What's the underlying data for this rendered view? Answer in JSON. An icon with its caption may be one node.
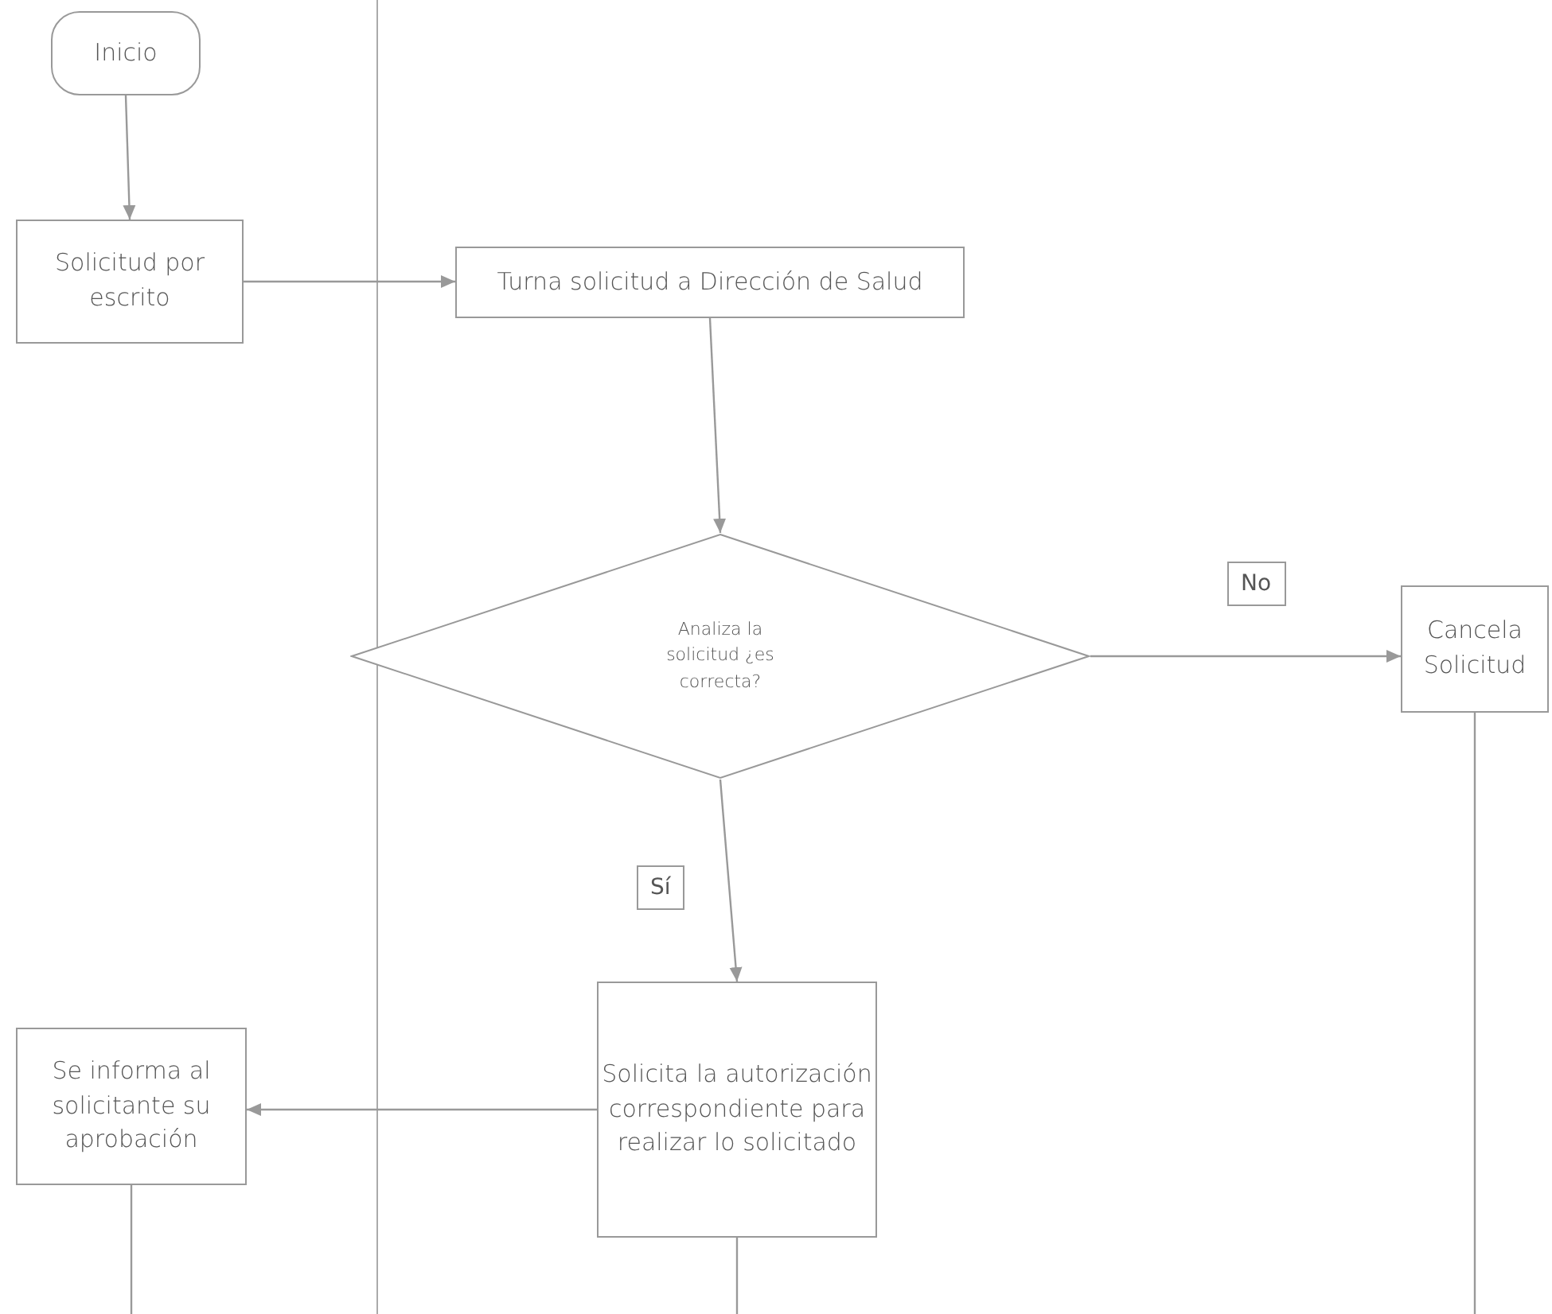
{
  "diagram": {
    "nodes": [
      {
        "text": [
          "Inicio"
        ]
      },
      {
        "text": [
          "Solicitud por escrito"
        ]
      },
      {
        "text": [
          "Turna solicitud a Dirección de Salud"
        ]
      },
      {
        "text": [
          "Analiza la solicitud ¿es correcta?"
        ]
      },
      {
        "text": [
          "Cancela Solicitud"
        ]
      },
      {
        "text": [
          "Solicita la autorización correspondiente para realizar lo solicitado"
        ]
      },
      {
        "text": [
          "Se informa al solicitante su aprobación"
        ]
      }
    ],
    "edges": [
      {
        "from": 0,
        "to": 1,
        "arrow": "to"
      },
      {
        "from": 1,
        "to": 2,
        "arrow": "to"
      },
      {
        "from": 2,
        "to": 3,
        "arrow": "to"
      },
      {
        "from": 3,
        "to": 4,
        "arrow": "to",
        "label": "No"
      },
      {
        "from": 3,
        "to": 5,
        "arrow": "to",
        "label": "Sí"
      },
      {
        "from": 5,
        "to": 6,
        "arrow": "to"
      },
      {
        "from": 6,
        "to": null,
        "arrow": "none"
      },
      {
        "from": 5,
        "to": null,
        "arrow": "none"
      },
      {
        "from": 4,
        "to": null,
        "arrow": "none"
      }
    ]
  }
}
